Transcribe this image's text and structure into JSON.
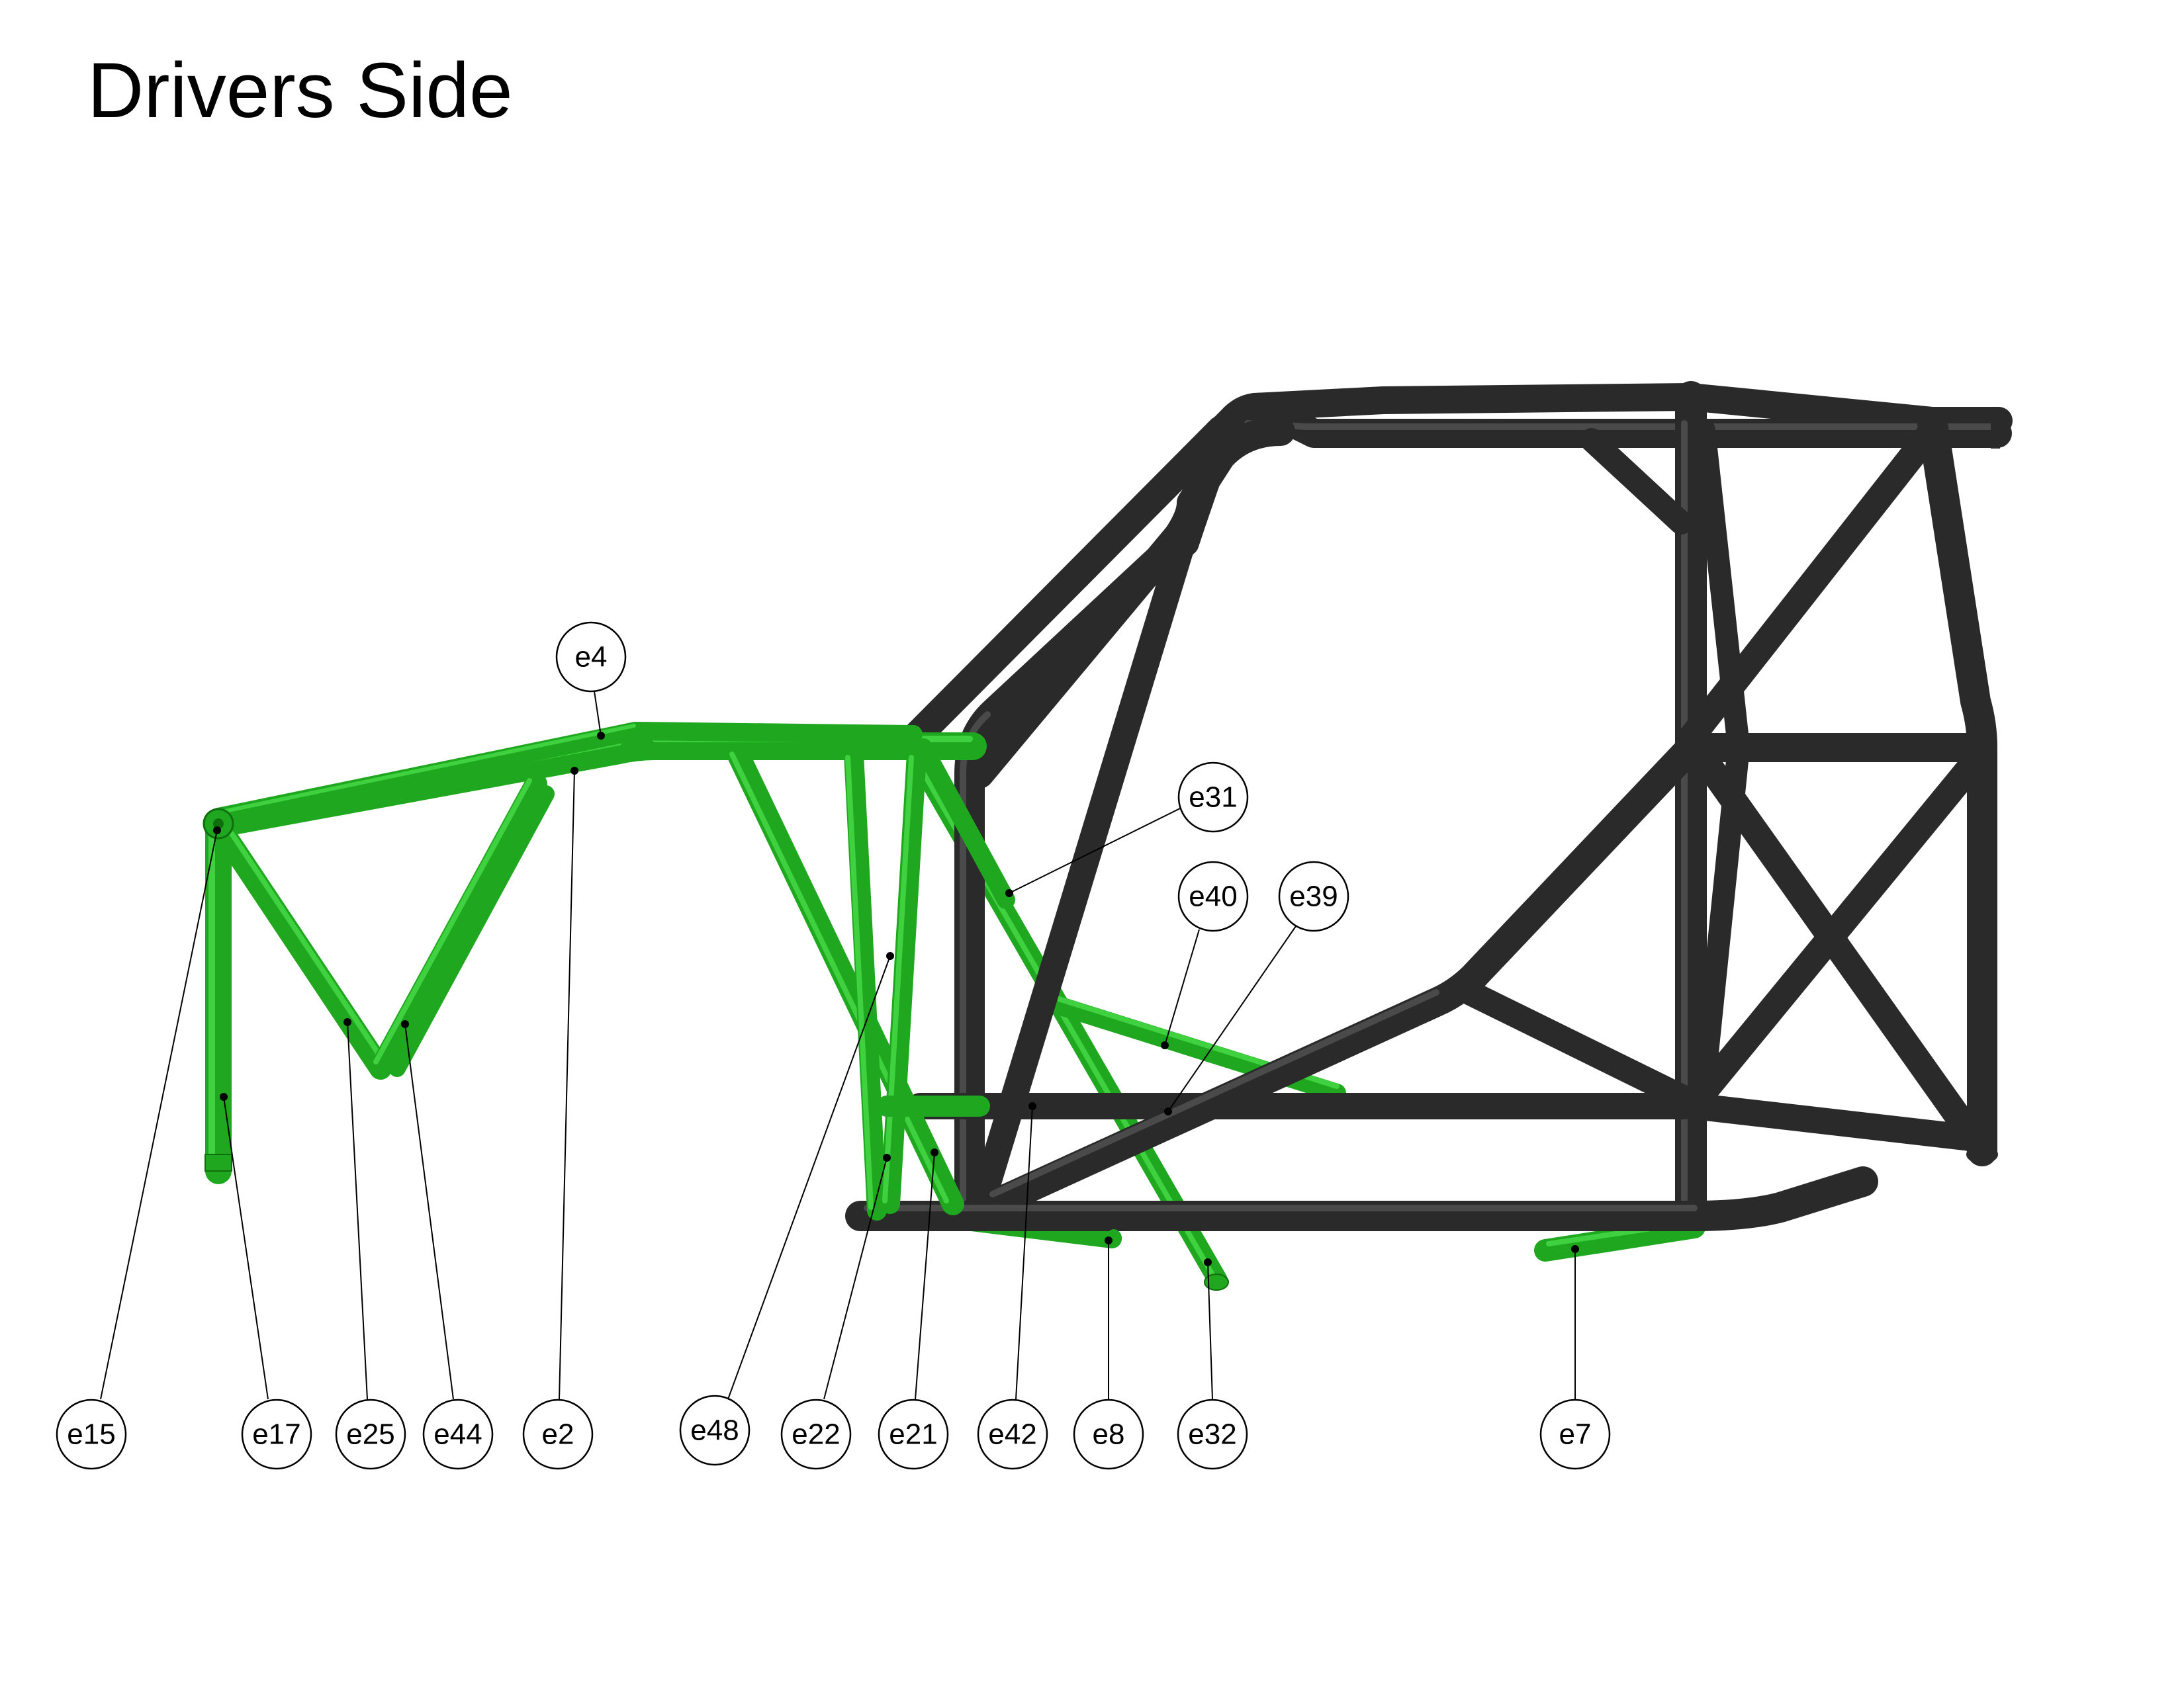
{
  "title": "Drivers Side",
  "colors": {
    "frame_tube": "#2a2a2a",
    "highlight_tube": "#1fa81f",
    "background": "#ffffff",
    "annotation": "#000000"
  },
  "callouts": [
    {
      "id": "e15",
      "label": "e15"
    },
    {
      "id": "e17",
      "label": "e17"
    },
    {
      "id": "e25",
      "label": "e25"
    },
    {
      "id": "e44",
      "label": "e44"
    },
    {
      "id": "e2",
      "label": "e2"
    },
    {
      "id": "e48",
      "label": "e48"
    },
    {
      "id": "e22",
      "label": "e22"
    },
    {
      "id": "e21",
      "label": "e21"
    },
    {
      "id": "e42",
      "label": "e42"
    },
    {
      "id": "e8",
      "label": "e8"
    },
    {
      "id": "e32",
      "label": "e32"
    },
    {
      "id": "e7",
      "label": "e7"
    },
    {
      "id": "e4",
      "label": "e4"
    },
    {
      "id": "e31",
      "label": "e31"
    },
    {
      "id": "e40",
      "label": "e40"
    },
    {
      "id": "e39",
      "label": "e39"
    }
  ]
}
